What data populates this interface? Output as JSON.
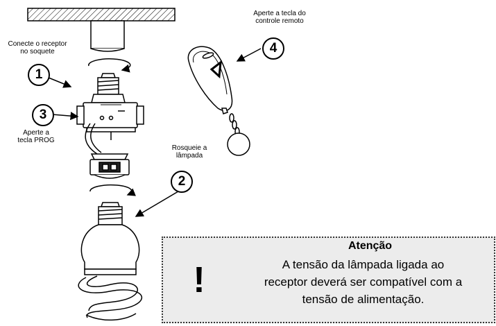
{
  "labels": {
    "connect_receiver": "Conecte o receptor no soquete",
    "press_remote": "Aperte a tecla do controle remoto",
    "press_prog": "Aperte a tecla PROG",
    "screw_lamp": "Rosqueie a lâmpada"
  },
  "steps": {
    "one": "1",
    "two": "2",
    "three": "3",
    "four": "4"
  },
  "warning": {
    "title": "Atenção",
    "line1": "A tensão da lâmpada ligada ao",
    "line2": "receptor deverá ser compatível com a",
    "line3": "tensão de alimentação.",
    "symbol": "!"
  }
}
